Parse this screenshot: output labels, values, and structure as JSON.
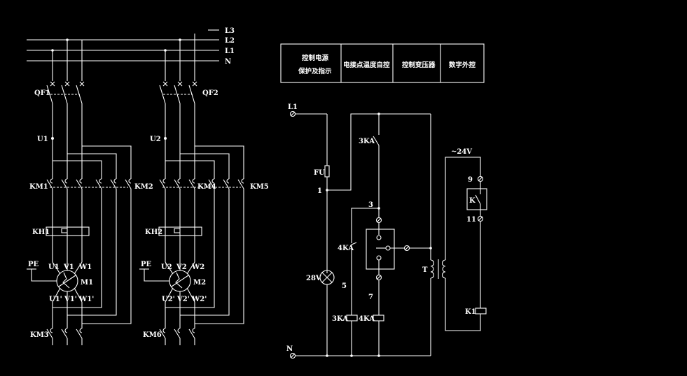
{
  "bus_labels": [
    "L3",
    "L2",
    "L1",
    "N"
  ],
  "motors": [
    {
      "breaker": "QF1",
      "node": "U1",
      "contactor_left": "KM1",
      "contactor_right": "KM2",
      "overload": "KH1",
      "ground": "PE",
      "terminals_top": [
        "U1",
        "V1",
        "W1"
      ],
      "motor": "M1",
      "terminals_bottom": [
        "U1'",
        "V1'",
        "W1'"
      ],
      "contactor_bottom": "KM3"
    },
    {
      "breaker": "QF2",
      "node": "U2",
      "contactor_left": "KM4",
      "contactor_right": "KM5",
      "overload": "KH2",
      "ground": "PE",
      "terminals_top": [
        "U2",
        "V2",
        "W2"
      ],
      "motor": "M2",
      "terminals_bottom": [
        "U2'",
        "V2'",
        "W2'"
      ],
      "contactor_bottom": "KM6"
    }
  ],
  "table": {
    "cells": [
      [
        "控制电源",
        "保护及指示"
      ],
      [
        "电接点温度自控"
      ],
      [
        "控制变压器"
      ],
      [
        "数字外控"
      ]
    ]
  },
  "control": {
    "l1": "L1",
    "n": "N",
    "fuse": "FU",
    "node1": "1",
    "node3": "3",
    "node5": "5",
    "node7": "7",
    "relay_3ka_contact": "3KA",
    "relay_4ka_contact": "4KA",
    "lamp": "28V",
    "coil_3ka": "3KA",
    "coil_4ka": "4KA",
    "transformer": "T",
    "voltage": "~24V",
    "terminal9": "9",
    "terminal11": "11",
    "switch_k": "K",
    "coil_k1": "K1"
  }
}
